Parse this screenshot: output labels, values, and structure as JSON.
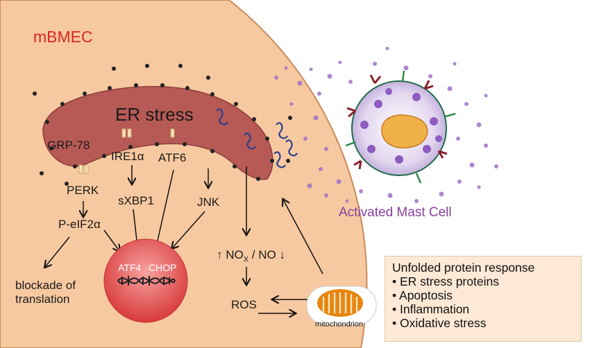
{
  "labels": {
    "cell_name": "mBMEC",
    "er_stress": "ER stress",
    "grp78": "GRP-78",
    "ire1a": "IRE1α",
    "atf6": "ATF6",
    "perk": "PERK",
    "sxbp1": "sXBP1",
    "jnk": "JNK",
    "peif2a": "P-eIF2α",
    "atf4": "ATF4",
    "chop": "CHOP",
    "blockade": "blockade of",
    "translation": "translation",
    "nox_no": "NO",
    "nox_sub": "X",
    "no_suffix": " / NO",
    "ros": "ROS",
    "mitochondrion": "mitochondrion",
    "mast_cell": "Activated Mast Cell"
  },
  "upr_box": {
    "title": "Unfolded protein response",
    "items": [
      "• ER stress proteins",
      "• Apoptosis",
      "• Inflammation",
      "• Oxidative stress"
    ]
  },
  "colors": {
    "cell_fill": "#f7c9a0",
    "er_fill": "#b75a55",
    "title_red": "#d8271e",
    "mast_purple": "#8a3fa0",
    "mito_orange": "#e6850f",
    "nucleus": "#e9585a"
  }
}
